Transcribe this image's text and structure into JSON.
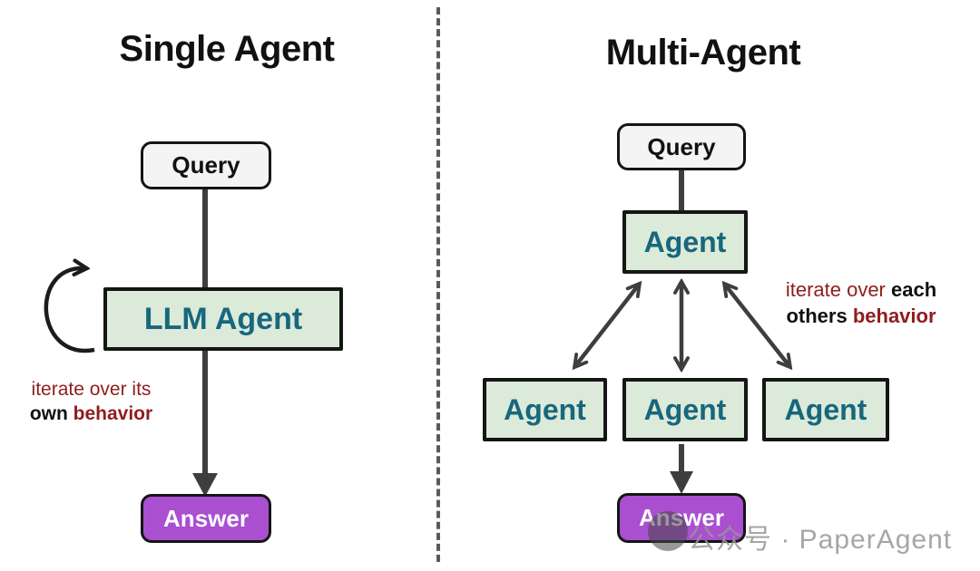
{
  "left": {
    "title": "Single Agent",
    "query_label": "Query",
    "agent_label": "LLM Agent",
    "answer_label": "Answer",
    "annotation": {
      "line1": "iterate over its",
      "line2_black": "own",
      "line2_red": "behavior"
    }
  },
  "right": {
    "title": "Multi-Agent",
    "query_label": "Query",
    "top_agent_label": "Agent",
    "agents": [
      "Agent",
      "Agent",
      "Agent"
    ],
    "answer_label": "Answer",
    "annotation": {
      "line1_red": "iterate over",
      "line1_black": "each",
      "line2_black": "others",
      "line2_red": "behavior"
    }
  },
  "watermark": "公众号 · PaperAgent",
  "colors": {
    "agent_fill": "#dcead9",
    "agent_text": "#17677d",
    "answer_fill": "#a94fd0",
    "query_fill": "#f4f4f4",
    "arrow": "#3e3e3e",
    "annotation_red": "#8f1d1d"
  }
}
